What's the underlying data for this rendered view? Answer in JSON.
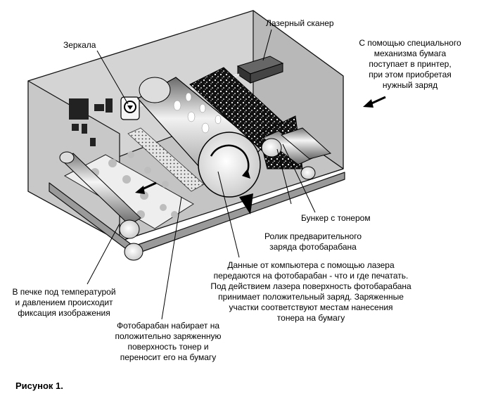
{
  "labels": {
    "laser_scanner": "Лазерный сканер",
    "mirrors": "Зеркала",
    "paper_feed": [
      "С помощью специального",
      "механизма бумага",
      "поступает в принтер,",
      "при этом приобретая",
      "нужный заряд"
    ],
    "toner_hopper": "Бункер с тонером",
    "precharge_roller": [
      "Ролик предварительного",
      "заряда фотобарабана"
    ],
    "laser_data": [
      "Данные от компьютера с помощью лазера",
      "передаются на фотобарабан - что и где печатать.",
      "Под действием лазера поверхность фотобарабана",
      "принимает положительный заряд. Заряженные",
      "участки соответствуют местам нанесения",
      "тонера на бумагу"
    ],
    "fuser": [
      "В печке под температурой",
      "и давлением происходит",
      "фиксация изображения"
    ],
    "drum_transfer": [
      "Фотобарабан набирает на",
      "положительно заряженную",
      "поверхность тонер и",
      "переносит его на бумагу"
    ]
  },
  "figure_caption": "Рисунок 1.",
  "colors": {
    "housing_light": "#d4d4d4",
    "housing_mid": "#b2b2b2",
    "housing_dark": "#8a8a8a",
    "outline": "#111111"
  }
}
